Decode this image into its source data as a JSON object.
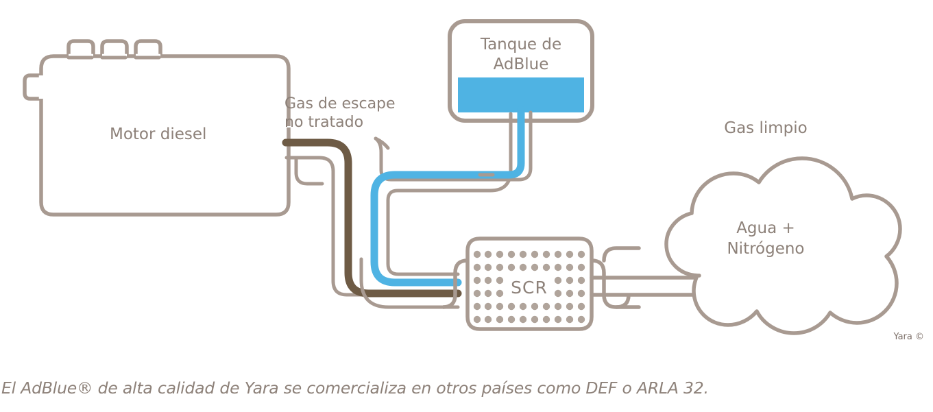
{
  "diagram": {
    "title_credit": "Yara ©",
    "labels": {
      "engine": "Motor diesel",
      "tank_line1": "Tanque de",
      "tank_line2": "AdBlue",
      "exhaust_line1": "Gas de escape",
      "exhaust_line2": "no tratado",
      "scr": "SCR",
      "clean_gas": "Gas limpio",
      "cloud_line1": "Agua +",
      "cloud_line2": "Nitrógeno"
    },
    "colors": {
      "outline": "#a89a91",
      "exhaust_pipe": "#6e5b45",
      "adblue": "#4fb3e3",
      "text": "#8d8179",
      "background": "#ffffff"
    },
    "scr_grid": {
      "rows": 6,
      "columns": 11,
      "dot_color": "#b0a49b"
    },
    "engine_cylinders": 3
  },
  "caption": {
    "text": "El AdBlue® de alta calidad de Yara se comercializa en otros países como DEF o ARLA 32."
  }
}
